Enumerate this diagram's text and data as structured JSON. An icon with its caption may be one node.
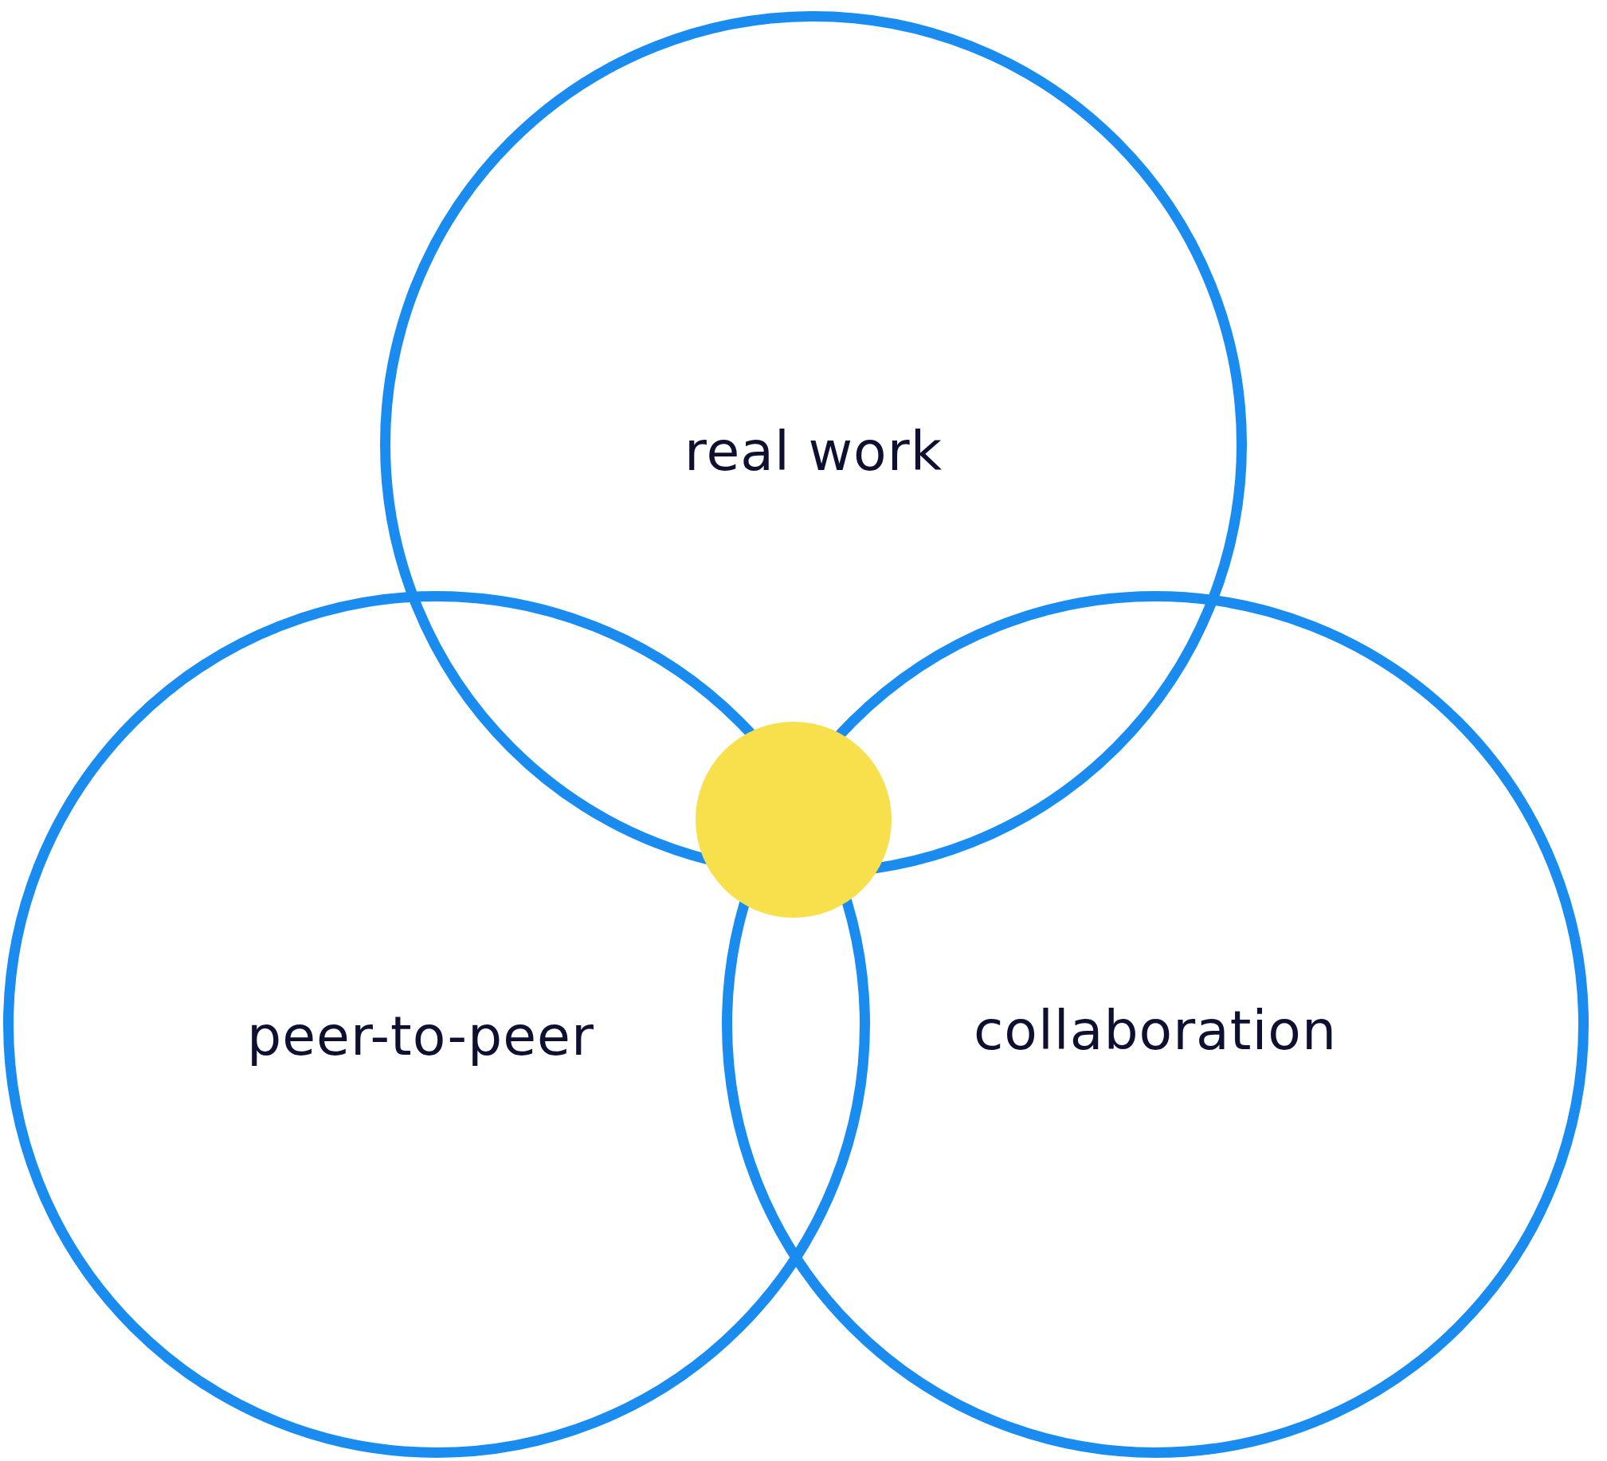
{
  "diagram": {
    "nodes": [
      {
        "text": [
          "real work"
        ]
      },
      {
        "text": [
          "peer-to-peer"
        ]
      },
      {
        "text": [
          "collaboration"
        ]
      },
      {
        "text": [],
        "shape": "circle"
      }
    ]
  }
}
